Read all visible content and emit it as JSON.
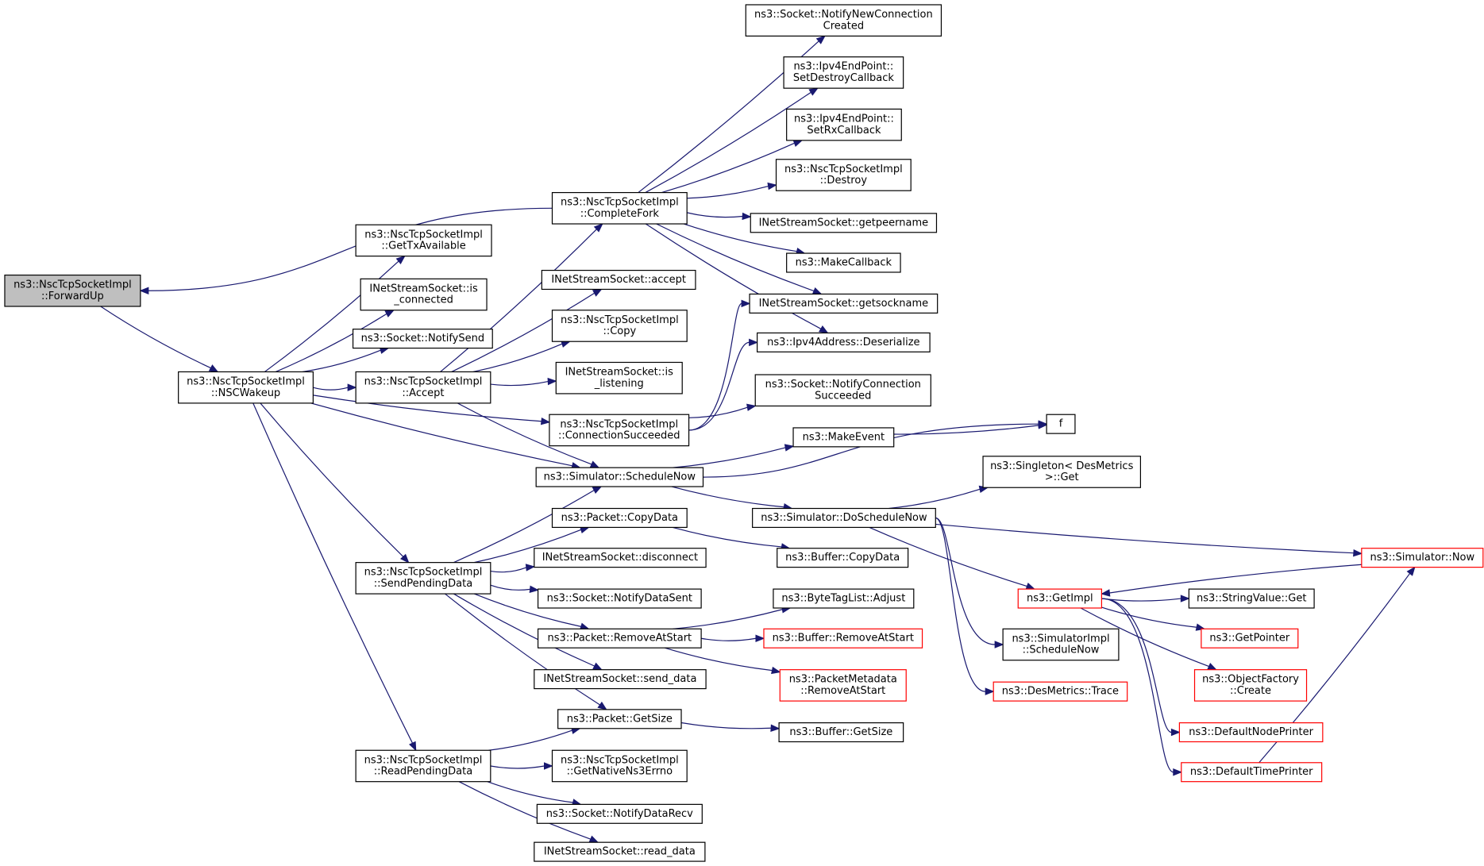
{
  "colors": {
    "edge": "#191970",
    "node_border": "#000000",
    "node_border_truncated": "#ff0000",
    "node_fill": "#ffffff",
    "root_fill": "#bfbfbf"
  },
  "nodes": [
    {
      "id": "forwardup",
      "lines": [
        "ns3::NscTcpSocketImpl",
        "::ForwardUp"
      ],
      "root": true
    },
    {
      "id": "nscwakeup",
      "lines": [
        "ns3::NscTcpSocketImpl",
        "::NSCWakeup"
      ]
    },
    {
      "id": "completefork",
      "lines": [
        "ns3::NscTcpSocketImpl",
        "::CompleteFork"
      ]
    },
    {
      "id": "gettxavail",
      "lines": [
        "ns3::NscTcpSocketImpl",
        "::GetTxAvailable"
      ]
    },
    {
      "id": "isconnected",
      "lines": [
        "INetStreamSocket::is",
        "_connected"
      ]
    },
    {
      "id": "notifysend",
      "lines": [
        "ns3::Socket::NotifySend"
      ]
    },
    {
      "id": "accept",
      "lines": [
        "ns3::NscTcpSocketImpl",
        "::Accept"
      ]
    },
    {
      "id": "inetaccept",
      "lines": [
        "INetStreamSocket::accept"
      ]
    },
    {
      "id": "copy",
      "lines": [
        "ns3::NscTcpSocketImpl",
        "::Copy"
      ]
    },
    {
      "id": "islistening",
      "lines": [
        "INetStreamSocket::is",
        "_listening"
      ]
    },
    {
      "id": "connsucc",
      "lines": [
        "ns3::NscTcpSocketImpl",
        "::ConnectionSucceeded"
      ]
    },
    {
      "id": "schedulenow",
      "lines": [
        "ns3::Simulator::ScheduleNow"
      ]
    },
    {
      "id": "sendpending",
      "lines": [
        "ns3::NscTcpSocketImpl",
        "::SendPendingData"
      ]
    },
    {
      "id": "readpending",
      "lines": [
        "ns3::NscTcpSocketImpl",
        "::ReadPendingData"
      ]
    },
    {
      "id": "notifynewconn",
      "lines": [
        "ns3::Socket::NotifyNewConnection",
        "Created"
      ]
    },
    {
      "id": "setdestroycb",
      "lines": [
        "ns3::Ipv4EndPoint::",
        "SetDestroyCallback"
      ]
    },
    {
      "id": "setrxcb",
      "lines": [
        "ns3::Ipv4EndPoint::",
        "SetRxCallback"
      ]
    },
    {
      "id": "destroy",
      "lines": [
        "ns3::NscTcpSocketImpl",
        "::Destroy"
      ]
    },
    {
      "id": "getpeername",
      "lines": [
        "INetStreamSocket::getpeername"
      ]
    },
    {
      "id": "makecallback",
      "lines": [
        "ns3::MakeCallback"
      ]
    },
    {
      "id": "getsockname",
      "lines": [
        "INetStreamSocket::getsockname"
      ]
    },
    {
      "id": "deserialize",
      "lines": [
        "ns3::Ipv4Address::Deserialize"
      ]
    },
    {
      "id": "notifyconnsucc",
      "lines": [
        "ns3::Socket::NotifyConnection",
        "Succeeded"
      ]
    },
    {
      "id": "makeevent",
      "lines": [
        "ns3::MakeEvent"
      ]
    },
    {
      "id": "f",
      "lines": [
        "f"
      ]
    },
    {
      "id": "singleton",
      "lines": [
        "ns3::Singleton< DesMetrics",
        ">::Get"
      ]
    },
    {
      "id": "doschedulenow",
      "lines": [
        "ns3::Simulator::DoScheduleNow"
      ]
    },
    {
      "id": "copydata",
      "lines": [
        "ns3::Packet::CopyData"
      ]
    },
    {
      "id": "disconnect",
      "lines": [
        "INetStreamSocket::disconnect"
      ]
    },
    {
      "id": "notifydatasent",
      "lines": [
        "ns3::Socket::NotifyDataSent"
      ]
    },
    {
      "id": "removeatstart",
      "lines": [
        "ns3::Packet::RemoveAtStart"
      ]
    },
    {
      "id": "senddata",
      "lines": [
        "INetStreamSocket::send_data"
      ]
    },
    {
      "id": "getsize",
      "lines": [
        "ns3::Packet::GetSize"
      ]
    },
    {
      "id": "getnativeerrno",
      "lines": [
        "ns3::NscTcpSocketImpl",
        "::GetNativeNs3Errno"
      ]
    },
    {
      "id": "notifydatarecv",
      "lines": [
        "ns3::Socket::NotifyDataRecv"
      ]
    },
    {
      "id": "readdata",
      "lines": [
        "INetStreamSocket::read_data"
      ]
    },
    {
      "id": "buffercopydata",
      "lines": [
        "ns3::Buffer::CopyData"
      ]
    },
    {
      "id": "bytetagadjust",
      "lines": [
        "ns3::ByteTagList::Adjust"
      ]
    },
    {
      "id": "bufferremove",
      "lines": [
        "ns3::Buffer::RemoveAtStart"
      ],
      "truncated": true
    },
    {
      "id": "pktmetaremove",
      "lines": [
        "ns3::PacketMetadata",
        "::RemoveAtStart"
      ],
      "truncated": true
    },
    {
      "id": "buffergetsize",
      "lines": [
        "ns3::Buffer::GetSize"
      ]
    },
    {
      "id": "simnow",
      "lines": [
        "ns3::Simulator::Now"
      ],
      "truncated": true
    },
    {
      "id": "getimpl",
      "lines": [
        "ns3::GetImpl"
      ],
      "truncated": true
    },
    {
      "id": "simimplschedule",
      "lines": [
        "ns3::SimulatorImpl",
        "::ScheduleNow"
      ]
    },
    {
      "id": "desmetricstrace",
      "lines": [
        "ns3::DesMetrics::Trace"
      ],
      "truncated": true
    },
    {
      "id": "stringvalueget",
      "lines": [
        "ns3::StringValue::Get"
      ]
    },
    {
      "id": "getpointer",
      "lines": [
        "ns3::GetPointer"
      ],
      "truncated": true
    },
    {
      "id": "objfactcreate",
      "lines": [
        "ns3::ObjectFactory",
        "::Create"
      ],
      "truncated": true
    },
    {
      "id": "defnodeprinter",
      "lines": [
        "ns3::DefaultNodePrinter"
      ],
      "truncated": true
    },
    {
      "id": "deftimeprinter",
      "lines": [
        "ns3::DefaultTimePrinter"
      ],
      "truncated": true
    }
  ],
  "edges": [
    [
      "completefork",
      "forwardup"
    ],
    [
      "forwardup",
      "nscwakeup"
    ],
    [
      "nscwakeup",
      "gettxavail"
    ],
    [
      "nscwakeup",
      "isconnected"
    ],
    [
      "nscwakeup",
      "notifysend"
    ],
    [
      "nscwakeup",
      "accept"
    ],
    [
      "nscwakeup",
      "connsucc"
    ],
    [
      "nscwakeup",
      "schedulenow"
    ],
    [
      "nscwakeup",
      "sendpending"
    ],
    [
      "nscwakeup",
      "readpending"
    ],
    [
      "accept",
      "completefork"
    ],
    [
      "accept",
      "inetaccept"
    ],
    [
      "accept",
      "copy"
    ],
    [
      "accept",
      "islistening"
    ],
    [
      "accept",
      "schedulenow"
    ],
    [
      "completefork",
      "notifynewconn"
    ],
    [
      "completefork",
      "setdestroycb"
    ],
    [
      "completefork",
      "setrxcb"
    ],
    [
      "completefork",
      "destroy"
    ],
    [
      "completefork",
      "getpeername"
    ],
    [
      "completefork",
      "makecallback"
    ],
    [
      "completefork",
      "getsockname"
    ],
    [
      "completefork",
      "deserialize"
    ],
    [
      "connsucc",
      "getsockname"
    ],
    [
      "connsucc",
      "deserialize"
    ],
    [
      "connsucc",
      "notifyconnsucc"
    ],
    [
      "schedulenow",
      "makeevent"
    ],
    [
      "schedulenow",
      "f"
    ],
    [
      "makeevent",
      "f"
    ],
    [
      "schedulenow",
      "doschedulenow"
    ],
    [
      "doschedulenow",
      "singleton"
    ],
    [
      "doschedulenow",
      "simnow"
    ],
    [
      "doschedulenow",
      "getimpl"
    ],
    [
      "doschedulenow",
      "simimplschedule"
    ],
    [
      "doschedulenow",
      "desmetricstrace"
    ],
    [
      "simnow",
      "getimpl"
    ],
    [
      "getimpl",
      "stringvalueget"
    ],
    [
      "getimpl",
      "getpointer"
    ],
    [
      "getimpl",
      "objfactcreate"
    ],
    [
      "getimpl",
      "defnodeprinter"
    ],
    [
      "getimpl",
      "deftimeprinter"
    ],
    [
      "deftimeprinter",
      "simnow"
    ],
    [
      "sendpending",
      "schedulenow"
    ],
    [
      "sendpending",
      "copydata"
    ],
    [
      "sendpending",
      "disconnect"
    ],
    [
      "sendpending",
      "notifydatasent"
    ],
    [
      "sendpending",
      "removeatstart"
    ],
    [
      "sendpending",
      "senddata"
    ],
    [
      "sendpending",
      "getsize"
    ],
    [
      "copydata",
      "buffercopydata"
    ],
    [
      "removeatstart",
      "bytetagadjust"
    ],
    [
      "removeatstart",
      "bufferremove"
    ],
    [
      "removeatstart",
      "pktmetaremove"
    ],
    [
      "getsize",
      "buffergetsize"
    ],
    [
      "readpending",
      "getsize"
    ],
    [
      "readpending",
      "getnativeerrno"
    ],
    [
      "readpending",
      "notifydatarecv"
    ],
    [
      "readpending",
      "readdata"
    ]
  ]
}
